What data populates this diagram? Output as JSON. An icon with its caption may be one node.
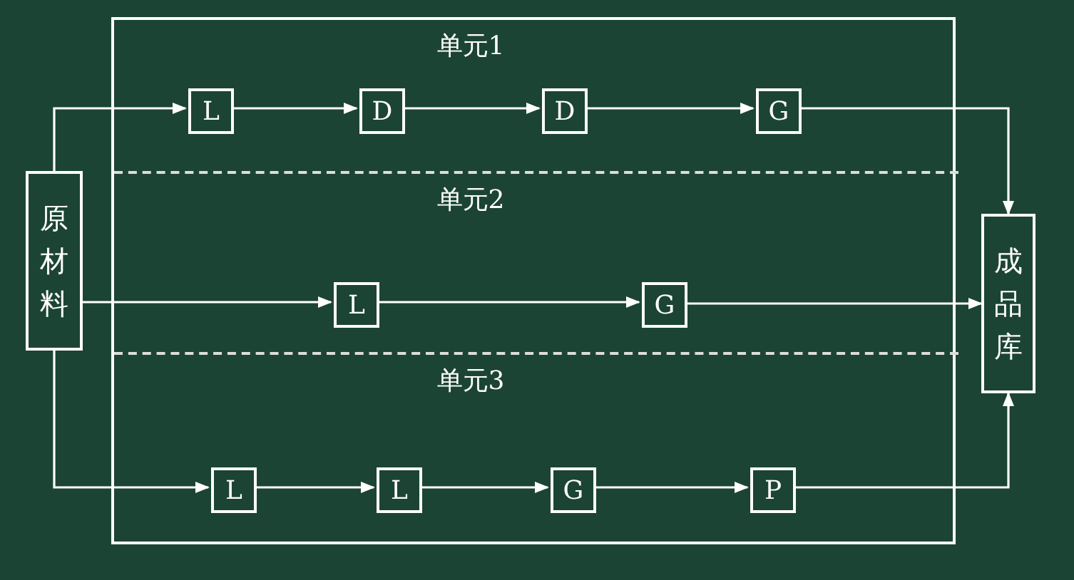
{
  "diagram": {
    "nodes": [
      {
        "text": [
          "原材料"
        ]
      },
      {
        "text": [],
        "shape": "box"
      },
      {
        "text": [
          "单元1"
        ],
        "in": 1
      },
      {
        "text": [
          "L"
        ],
        "in": 2
      },
      {
        "text": [
          "D"
        ],
        "in": 2
      },
      {
        "text": [
          "D"
        ],
        "in": 2
      },
      {
        "text": [
          "G"
        ],
        "in": 2
      },
      {
        "text": [
          "单元2"
        ],
        "in": 1
      },
      {
        "text": [
          "L"
        ],
        "in": 7
      },
      {
        "text": [
          "G"
        ],
        "in": 7
      },
      {
        "text": [
          "单元3"
        ],
        "in": 1
      },
      {
        "text": [
          "L"
        ],
        "in": 10
      },
      {
        "text": [
          "L"
        ],
        "in": 10
      },
      {
        "text": [
          "G"
        ],
        "in": 10
      },
      {
        "text": [
          "P"
        ],
        "in": 10
      },
      {
        "text": [
          "成品库"
        ]
      }
    ],
    "edges": [
      {
        "from": 0,
        "to": 3,
        "arrow": "to"
      },
      {
        "from": 3,
        "to": 4,
        "arrow": "to"
      },
      {
        "from": 4,
        "to": 5,
        "arrow": "to"
      },
      {
        "from": 5,
        "to": 6,
        "arrow": "to"
      },
      {
        "from": 6,
        "to": 15,
        "arrow": "to"
      },
      {
        "from": 0,
        "to": 8,
        "arrow": "to"
      },
      {
        "from": 8,
        "to": 9,
        "arrow": "to"
      },
      {
        "from": 9,
        "to": 15,
        "arrow": "to"
      },
      {
        "from": 0,
        "to": 11,
        "arrow": "to"
      },
      {
        "from": 11,
        "to": 12,
        "arrow": "to"
      },
      {
        "from": 12,
        "to": 13,
        "arrow": "to"
      },
      {
        "from": 13,
        "to": 14,
        "arrow": "to"
      },
      {
        "from": 14,
        "to": 15,
        "arrow": "to"
      }
    ]
  }
}
